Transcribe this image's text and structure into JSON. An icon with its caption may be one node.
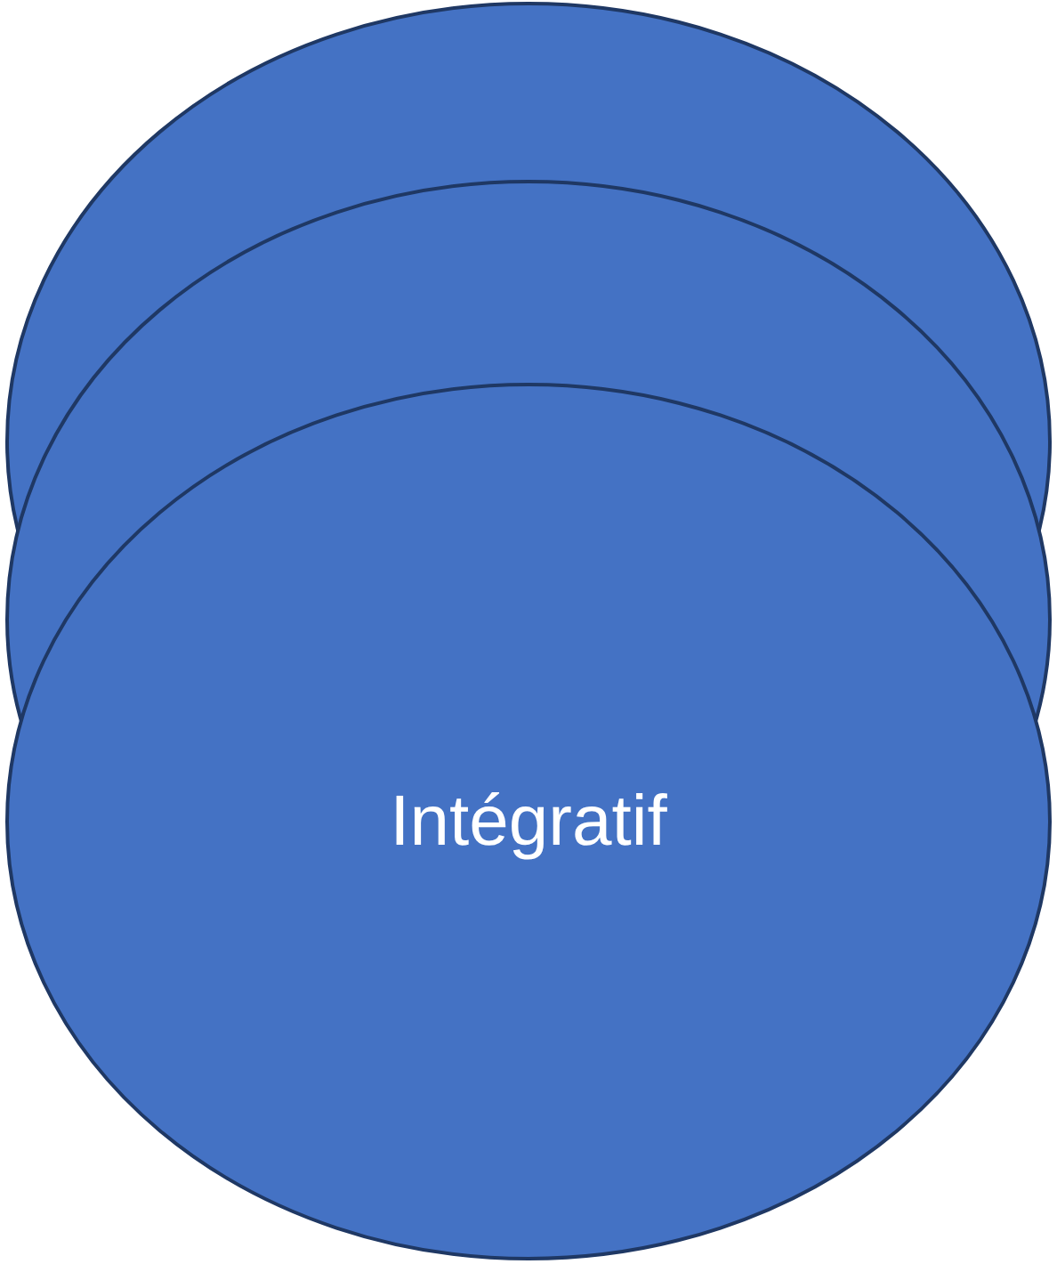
{
  "diagram": {
    "nodes": [
      {
        "text": [],
        "shape": "ellipse"
      },
      {
        "text": [],
        "shape": "ellipse"
      },
      {
        "text": [
          "Intégratif"
        ]
      }
    ]
  }
}
